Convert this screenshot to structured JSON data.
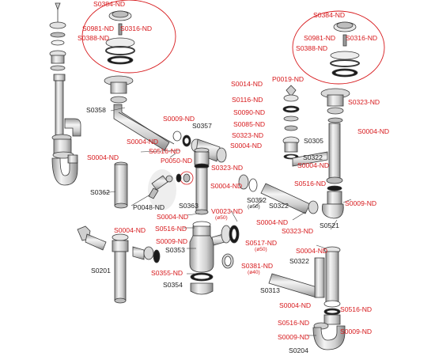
{
  "colors": {
    "accent_red": "#d7191c",
    "text_black": "#222222",
    "line": "#3a3a3a",
    "metal": "#c9c9c9"
  },
  "labels": {
    "l01": "S0384-ND",
    "l02": "S0981-ND",
    "l03": "S0316-ND",
    "l04": "S0388-ND",
    "l05": "S0384-ND",
    "l06": "S0981-ND",
    "l07": "S0316-ND",
    "l08": "S0388-ND",
    "l09": "P0019-ND",
    "l10": "S0014-ND",
    "l11": "S0116-ND",
    "l12": "S0090-ND",
    "l13": "S0085-ND",
    "l14": "S0323-ND",
    "l15": "S0305",
    "l16": "S0323-ND",
    "l17": "S0004-ND",
    "l18": "S0358",
    "l19": "S0009-ND",
    "l20": "S0357",
    "l21": "S0004-ND",
    "l22": "S0516-ND",
    "l23": "P0050-ND",
    "l24": "S0323-ND",
    "l25": "S0004-ND",
    "l26": "S0322",
    "l27": "S0004-ND",
    "l28": "S0004-ND",
    "l29": "S0362",
    "l30": "P0048-ND",
    "l31": "S0363",
    "l32": "S0004-ND",
    "l33": "V0023-ND",
    "l34": "(ø50)",
    "l35": "S0352",
    "l36": "(ø50)",
    "l37": "S0322",
    "l38": "S0516-ND",
    "l39": "S0009-ND",
    "l40": "S0004-ND",
    "l41": "S0521",
    "l42": "S0323-ND",
    "l43": "S0516-ND",
    "l44": "S0004-ND",
    "l45": "S0009-ND",
    "l46": "S0517-ND",
    "l47": "(ø50)",
    "l48": "S0353",
    "l49": "S0201",
    "l50": "S0381-ND",
    "l51": "(ø40)",
    "l52": "S0355-ND",
    "l53": "S0354",
    "l54": "S0313",
    "l55": "S0004-ND",
    "l56": "S0322",
    "l57": "S0004-ND",
    "l58": "S0516-ND",
    "l59": "S0516-ND",
    "l60": "S0009-ND",
    "l61": "S0009-ND",
    "l62": "S0204"
  }
}
